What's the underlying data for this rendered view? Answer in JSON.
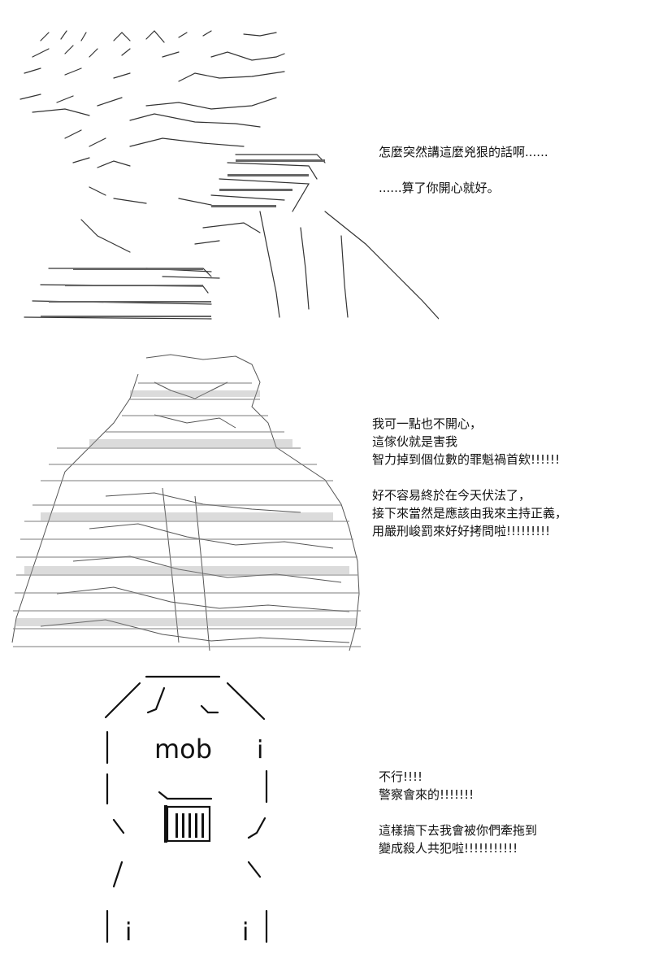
{
  "panels": [
    {
      "lines": [
        "怎麼突然講這麼兇狠的話啊......",
        "",
        "......算了你開心就好。"
      ]
    },
    {
      "lines": [
        "我可一點也不開心，",
        "這傢伙就是害我",
        "智力掉到個位數的罪魁禍首欸!!!!!!",
        "",
        "好不容易終於在今天伏法了，",
        "接下來當然是應該由我來主持正義，",
        "用嚴刑峻罰來好好拷問啦!!!!!!!!!"
      ]
    },
    {
      "mob_label": "mob",
      "mob_i_left": "i",
      "mob_i_right": "i",
      "mob_i_top": "i",
      "lines": [
        "不行!!!!",
        "警察會來的!!!!!!!",
        "",
        "這樣搞下去我會被你們牽拖到",
        "變成殺人共犯啦!!!!!!!!!!!"
      ]
    }
  ],
  "colors": {
    "ink": "#111111",
    "paper": "#ffffff"
  }
}
